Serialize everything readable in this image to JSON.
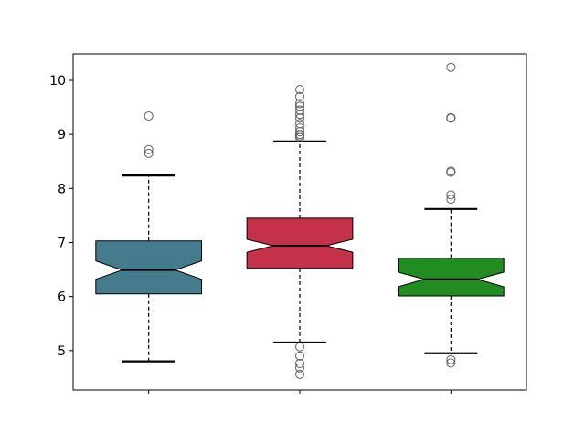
{
  "chart_data": {
    "type": "boxplot",
    "title": "",
    "xlabel": "",
    "ylabel": "",
    "ylim": [
      4.27,
      10.49
    ],
    "xlim": [
      0.5,
      3.5
    ],
    "yticks": [
      5,
      6,
      7,
      8,
      9,
      10
    ],
    "ytick_labels": [
      "5",
      "6",
      "7",
      "8",
      "9",
      "10"
    ],
    "xticks": [
      1,
      2,
      3
    ],
    "xtick_labels": [
      "",
      "",
      ""
    ],
    "notched": true,
    "grid": false,
    "boxes": [
      {
        "position": 1,
        "color": "#447c8e",
        "q1": 6.05,
        "median": 6.49,
        "q3": 7.03,
        "notch_low": 6.32,
        "notch_high": 6.66,
        "whisker_low": 4.8,
        "whisker_high": 8.24,
        "outliers": [
          9.34,
          8.72,
          8.65
        ]
      },
      {
        "position": 2,
        "color": "#c5314a",
        "q1": 6.52,
        "median": 6.94,
        "q3": 7.45,
        "notch_low": 6.82,
        "notch_high": 7.06,
        "whisker_low": 5.15,
        "whisker_high": 8.87,
        "outliers": [
          9.83,
          9.7,
          9.57,
          9.52,
          9.45,
          9.37,
          9.3,
          9.2,
          9.12,
          9.05,
          9.0,
          8.97,
          8.94,
          5.07,
          4.9,
          4.76,
          4.68,
          4.56
        ]
      },
      {
        "position": 3,
        "color": "#228b22",
        "q1": 6.01,
        "median": 6.32,
        "q3": 6.71,
        "notch_low": 6.18,
        "notch_high": 6.45,
        "whisker_low": 4.95,
        "whisker_high": 7.62,
        "outliers": [
          10.24,
          9.31,
          9.3,
          8.32,
          8.3,
          7.88,
          7.8,
          4.83,
          4.77
        ]
      }
    ]
  }
}
